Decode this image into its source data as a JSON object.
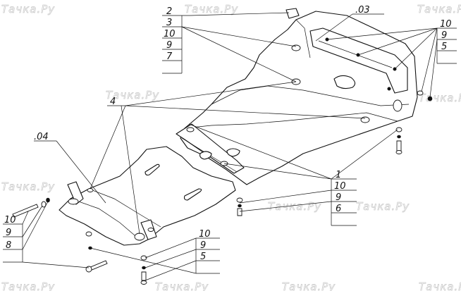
{
  "watermark": "Тачка.Ру",
  "callouts": {
    "top_left_stack": [
      "2",
      "3",
      "10",
      "9",
      "7"
    ],
    "top_right_stack": [
      "10",
      "9",
      "5"
    ],
    "part_03": ".03",
    "part_04": ".04",
    "bracket_4": "4",
    "middle_right_stack": [
      "1",
      "10",
      "9",
      "6"
    ],
    "bottom_left_stack": [
      "10",
      "9",
      "8"
    ],
    "bottom_center_stack": [
      "10",
      "9",
      "5"
    ]
  }
}
